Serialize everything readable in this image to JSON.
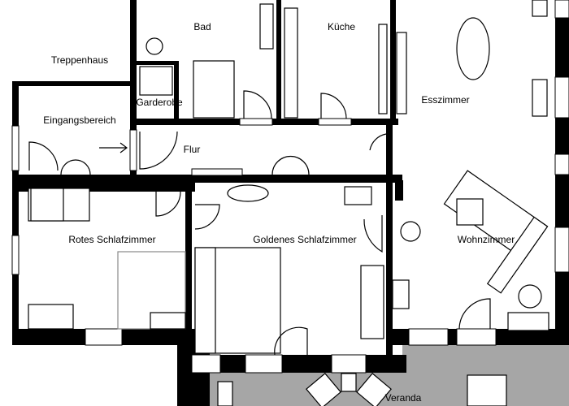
{
  "rooms": {
    "bad": "Bad",
    "kueche": "Küche",
    "treppenhaus": "Treppenhaus",
    "garderobe": "Garderobe",
    "esszimmer": "Esszimmer",
    "eingangsbereich": "Eingangsbereich",
    "flur": "Flur",
    "rotes_schlafzimmer": "Rotes Schlafzimmer",
    "goldenes_schlafzimmer": "Goldenes Schlafzimmer",
    "wohnzimmer": "Wohnzimmer",
    "veranda": "Veranda"
  },
  "colors": {
    "wall": "#000000",
    "veranda_floor": "#a6a6a6",
    "background": "#ffffff"
  }
}
